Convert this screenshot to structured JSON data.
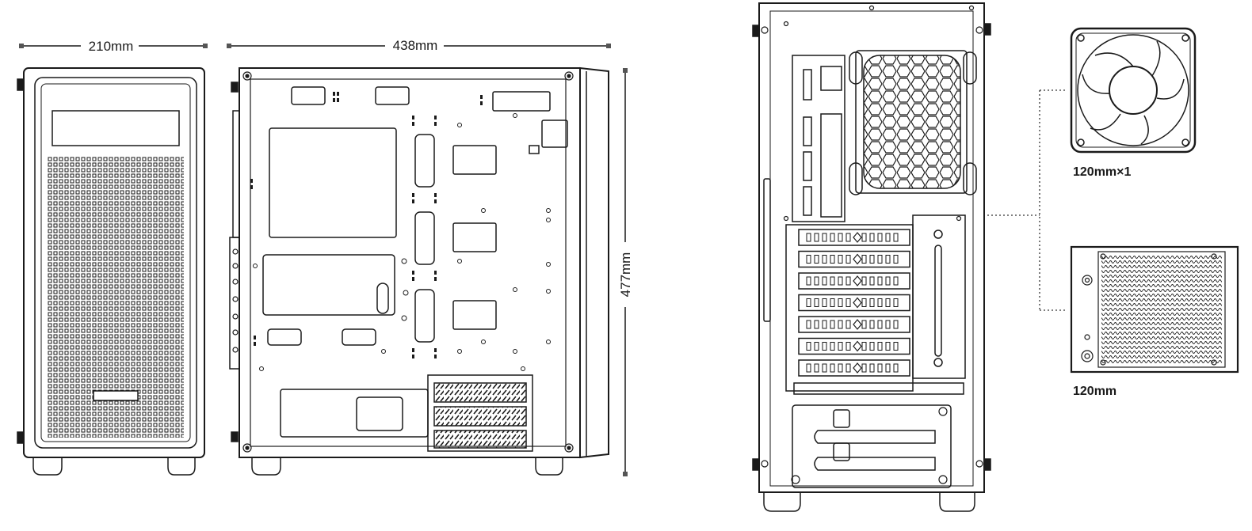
{
  "front_view": {
    "width_label": "210mm"
  },
  "side_view": {
    "length_label": "438mm",
    "height_label": "477mm"
  },
  "accessories": {
    "fan": {
      "caption": "120mm×1"
    },
    "radiator": {
      "caption": "120mm"
    }
  },
  "colors": {
    "line": "#1a1a1a",
    "panel": "#ffffff",
    "accent": "#555555"
  }
}
